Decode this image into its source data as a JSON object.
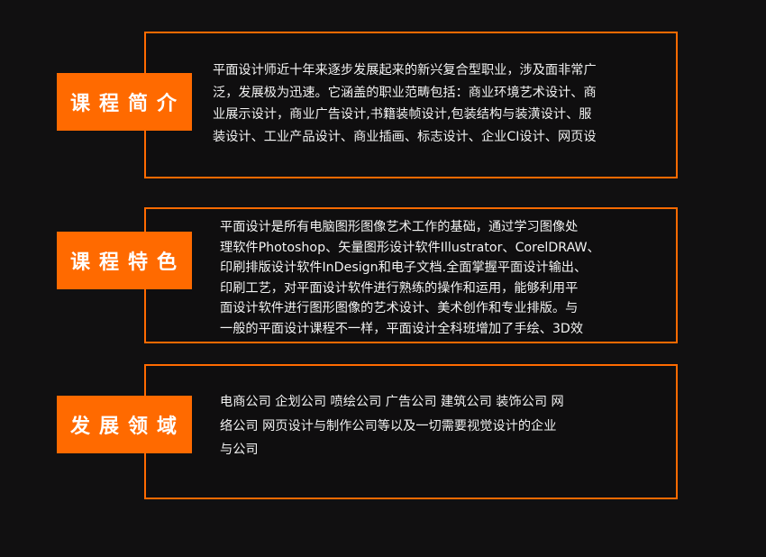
{
  "colors": {
    "accent": "#ff6a00",
    "background": "#111011",
    "text": "#f2f2f2"
  },
  "sections": [
    {
      "title": "课程简介",
      "lines": [
        "平面设计师近十年来逐步发展起来的新兴复合型职业，涉及面非常广",
        "泛，发展极为迅速。它涵盖的职业范畴包括：商业环境艺术设计、商",
        "业展示设计，商业广告设计,书籍装帧设计,包装结构与装潢设计、服",
        "装设计、工业产品设计、商业插画、标志设计、企业CI设计、网页设"
      ]
    },
    {
      "title": "课程特色",
      "lines": [
        "平面设计是所有电脑图形图像艺术工作的基础，通过学习图像处",
        "理软件Photoshop、矢量图形设计软件Illustrator、CorelDRAW、",
        "印刷排版设计软件InDesign和电子文档.全面掌握平面设计输出、",
        "印刷工艺，对平面设计软件进行熟练的操作和运用，能够利用平",
        "面设计软件进行图形图像的艺术设计、美术创作和专业排版。与",
        "一般的平面设计课程不一样，平面设计全科班增加了手绘、3D效"
      ]
    },
    {
      "title": "发展领域",
      "lines": [
        "电商公司 企划公司 喷绘公司 广告公司 建筑公司 装饰公司 网",
        "络公司 网页设计与制作公司等以及一切需要视觉设计的企业",
        "与公司"
      ]
    }
  ]
}
